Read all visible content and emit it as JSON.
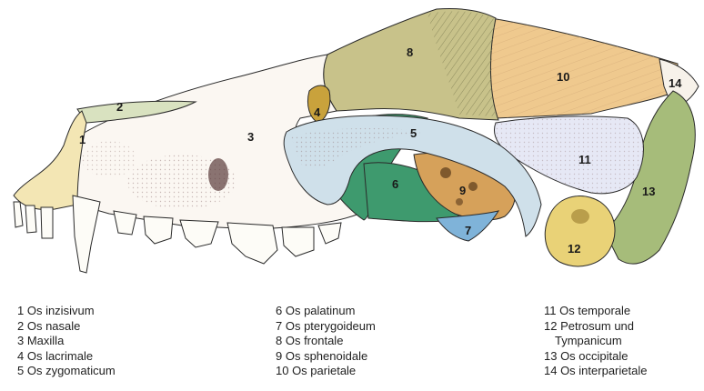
{
  "numbers": {
    "n1": "1",
    "n2": "2",
    "n3": "3",
    "n4": "4",
    "n5": "5",
    "n6": "6",
    "n7": "7",
    "n8": "8",
    "n9": "9",
    "n10": "10",
    "n11": "11",
    "n12": "12",
    "n13": "13",
    "n14": "14"
  },
  "legend": {
    "col1": [
      "1 Os inzisivum",
      "2 Os nasale",
      "3 Maxilla",
      "4 Os lacrimale",
      "5 Os zygomaticum"
    ],
    "col2": [
      "6 Os palatinum",
      "7 Os pterygoideum",
      "8 Os frontale",
      "9 Os sphenoidale",
      "10 Os parietale"
    ],
    "col3": [
      "11 Os temporale",
      "12 Petrosum und",
      "Tympanicum",
      "13 Os occipitale",
      "14 Os interparietale"
    ]
  },
  "colors": {
    "incisive": "#f3e6b4",
    "nasal": "#d9e2c0",
    "maxilla": "#fbf7f2",
    "lacrimal": "#c9a23c",
    "zygomatic": "#cfe0ea",
    "palatine": "#3e9a6e",
    "pterygoid": "#7fb3d9",
    "frontal": "#c8c28a",
    "sphenoid": "#d6a15a",
    "parietal": "#efc98e",
    "temporal": "#e6e8f5",
    "petrosum": "#e9d277",
    "occipital": "#a6bc7a",
    "interparietal": "#f7f2ea",
    "outline": "#2a2a2a"
  }
}
